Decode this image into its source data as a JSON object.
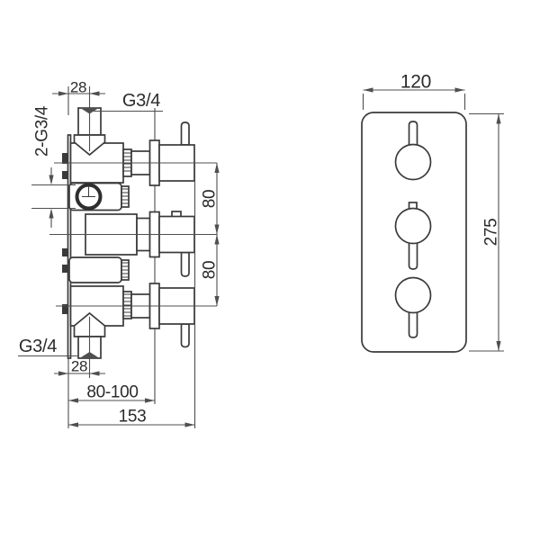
{
  "drawing": {
    "side_view": {
      "top_offset": "28",
      "top_inlet_thread": "G3/4",
      "side_outlets_thread": "2-G3/4",
      "upper_handle_spacing": "80",
      "lower_handle_spacing": "80",
      "bottom_inlet_thread": "G3/4",
      "bottom_offset": "28",
      "recess_depth_range": "80-100",
      "overall_depth": "153"
    },
    "front_view": {
      "plate_width": "120",
      "plate_height": "275"
    },
    "colors": {
      "object_line": "#3a3a3a",
      "dimension_line": "#4f4f4f",
      "label_text": "#2b2b2b",
      "background": "#ffffff"
    }
  }
}
